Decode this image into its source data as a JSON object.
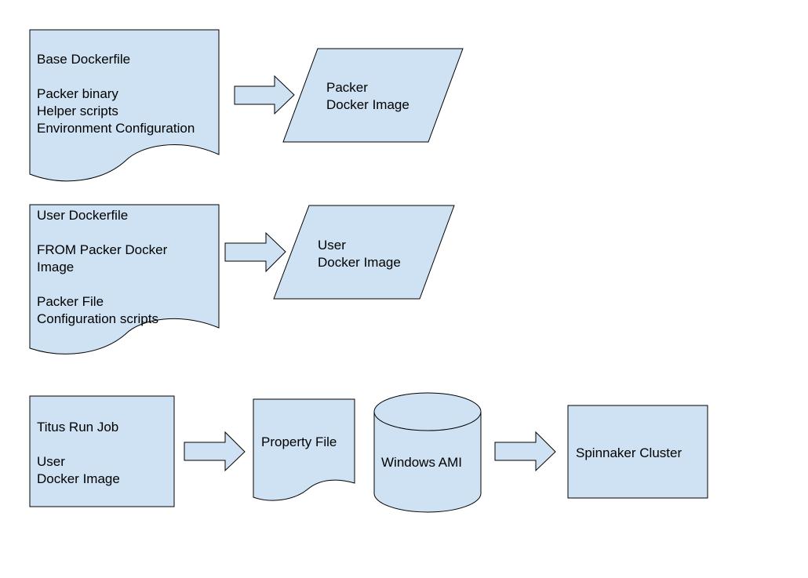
{
  "colors": {
    "shape_fill": "#cfe2f3",
    "stroke": "#000000",
    "background": "#ffffff"
  },
  "row1": {
    "document": {
      "line1": "Base Dockerfile",
      "line2": "Packer binary",
      "line3": "Helper scripts",
      "line4": "Environment Configuration"
    },
    "output": {
      "line1": "Packer",
      "line2": "Docker Image"
    }
  },
  "row2": {
    "document": {
      "line1": "User Dockerfile",
      "line2": "FROM Packer Docker",
      "line3": "Image",
      "line4": "Packer File",
      "line5": "Configuration scripts"
    },
    "output": {
      "line1": "User",
      "line2": "Docker Image"
    }
  },
  "row3": {
    "job": {
      "line1": "Titus Run Job",
      "line2": "User",
      "line3": "Docker Image"
    },
    "property_file": {
      "line1": "Property File"
    },
    "ami": {
      "line1": "Windows AMI"
    },
    "cluster": {
      "line1": "Spinnaker Cluster"
    }
  }
}
